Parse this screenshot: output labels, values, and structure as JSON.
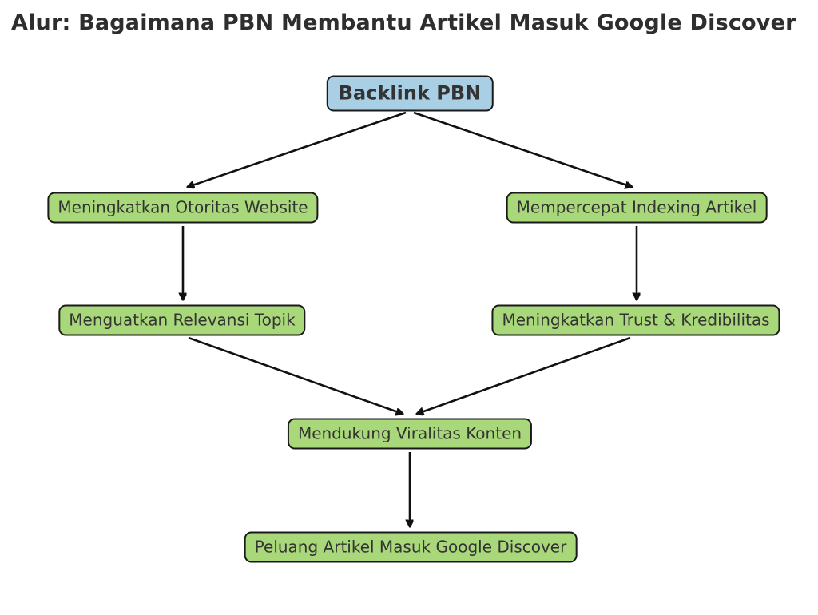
{
  "title": "Alur: Bagaimana PBN Membantu Artikel Masuk Google Discover",
  "colors": {
    "background": "#ffffff",
    "root_node_fill": "#a9cfe4",
    "step_node_fill": "#a8d87a",
    "node_border": "#1a1a1a",
    "text": "#333333",
    "title_text": "#2e2e2e",
    "arrow": "#111111"
  },
  "diagram": {
    "type": "flowchart",
    "nodes": [
      {
        "id": "backlink_pbn",
        "label": "Backlink PBN",
        "style": "root"
      },
      {
        "id": "otoritas",
        "label": "Meningkatkan Otoritas Website",
        "style": "step"
      },
      {
        "id": "indexing",
        "label": "Mempercepat Indexing Artikel",
        "style": "step"
      },
      {
        "id": "relevansi",
        "label": "Menguatkan Relevansi Topik",
        "style": "step"
      },
      {
        "id": "trust",
        "label": "Meningkatkan Trust & Kredibilitas",
        "style": "step"
      },
      {
        "id": "viralitas",
        "label": "Mendukung Viralitas Konten",
        "style": "step"
      },
      {
        "id": "discover",
        "label": "Peluang Artikel Masuk Google Discover",
        "style": "step"
      }
    ],
    "edges": [
      {
        "from": "backlink_pbn",
        "to": "otoritas"
      },
      {
        "from": "backlink_pbn",
        "to": "indexing"
      },
      {
        "from": "otoritas",
        "to": "relevansi"
      },
      {
        "from": "indexing",
        "to": "trust"
      },
      {
        "from": "relevansi",
        "to": "viralitas"
      },
      {
        "from": "trust",
        "to": "viralitas"
      },
      {
        "from": "viralitas",
        "to": "discover"
      }
    ]
  }
}
